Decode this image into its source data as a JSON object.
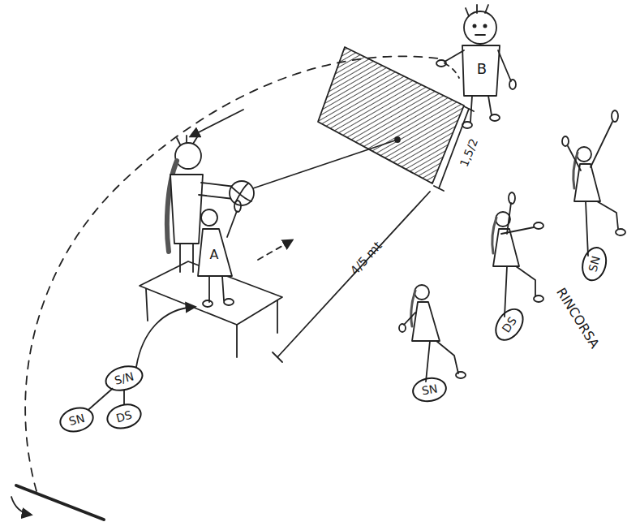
{
  "diagram": {
    "nodes": [
      {
        "text": [
          "S/N"
        ]
      },
      {
        "text": [
          "SN"
        ]
      },
      {
        "text": [
          "DS"
        ]
      },
      {
        "text": [
          "SN"
        ]
      },
      {
        "text": [
          "DS"
        ]
      },
      {
        "text": [
          "SN"
        ]
      }
    ],
    "edges": [
      {
        "from": 0,
        "to": 1,
        "arrow": "none"
      },
      {
        "from": 0,
        "to": 2,
        "arrow": "none"
      }
    ],
    "labels": [
      "B",
      "A",
      "1,5/2",
      "4/5 mt",
      "RINCORSA"
    ]
  }
}
